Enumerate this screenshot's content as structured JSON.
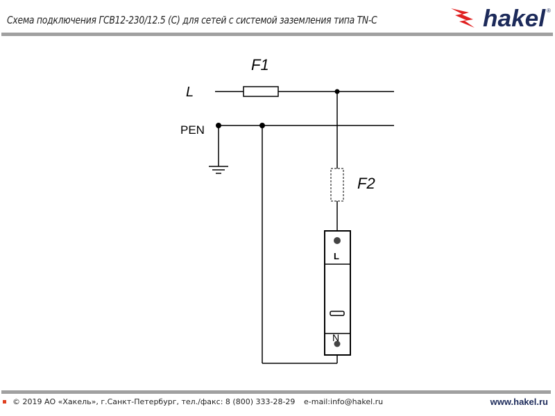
{
  "header": {
    "title": "Схема подключения ГСВ12-230/12.5 (С) для сетей с системой заземления типа TN-C",
    "logo": "hakel"
  },
  "diagram": {
    "line_l": "L",
    "line_pen": "PEN",
    "fuse1": "F1",
    "fuse2": "F2",
    "terminal_top": "L",
    "terminal_bottom": "N"
  },
  "footer": {
    "copyright": "© 2019 АО «Хакель», г.Санкт-Петербург, тел./факс: 8 (800) 333-28-29",
    "email": "e-mail:info@hakel.ru",
    "website": "www.hakel.ru"
  },
  "colors": {
    "brand_blue": "#1c2a5a",
    "brand_red": "#e02020",
    "bar": "#a0a0a0"
  }
}
